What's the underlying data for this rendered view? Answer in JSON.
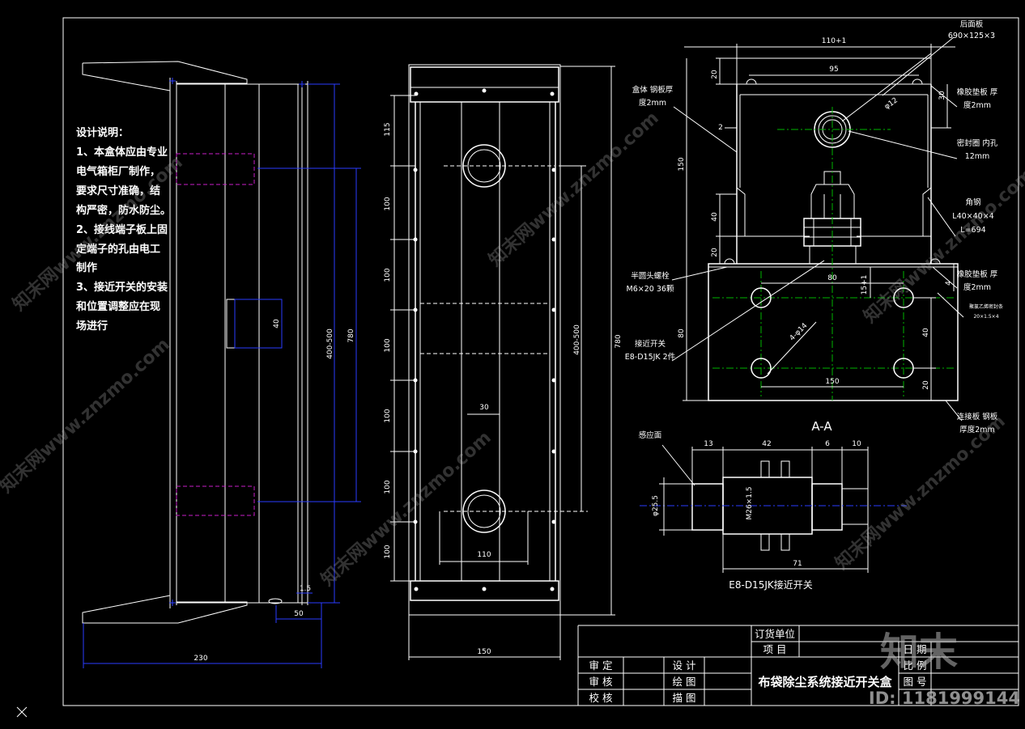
{
  "colors": {
    "background": "#000000",
    "line": "#ffffff",
    "dimension": "#2a3cff",
    "centerline": "#00b400",
    "hidden": "#c81ec8",
    "watermark": "#b4b4b4"
  },
  "notes": {
    "heading": "设计说明：",
    "lines": [
      "1、本盒体应由专业",
      "电气箱柜厂制作，",
      "要求尺寸准确，结",
      "构严密，防水防尘。",
      "2、接线端子板上固",
      "定端子的孔由电工",
      "制作",
      "3、接近开关的安装",
      "和位置调整应在现",
      "场进行"
    ]
  },
  "side_view": {
    "box_height": "40",
    "adjust_range": "400-500",
    "overall_height": "780",
    "flange_depth": "50",
    "wall_thickness": "1.5",
    "overall_depth": "230"
  },
  "front_view": {
    "pitch_dims": [
      "115",
      "100",
      "100",
      "100",
      "100",
      "100",
      "100"
    ],
    "adjust_range": "400-500",
    "overall_height": "780",
    "slot_width": "30",
    "hole_spacing": "110",
    "overall_width": "150"
  },
  "section_view": {
    "dims": {
      "outer_width": "110+1",
      "inner_width": "95",
      "lid_height": "20",
      "pad_offset": "30",
      "wall_gap": "2",
      "seal_hole": "φ12",
      "body_height": "150",
      "angle_height": "40",
      "angle_base": "20",
      "hole_row": "80",
      "hole_offset": "15+1",
      "pad_thickness": "4",
      "plate_height": "80",
      "holes": "4-φ14",
      "hole_pitch_y": "40",
      "hole_pitch_x": "150",
      "edge_distance": "20"
    },
    "labels": {
      "back_panel": [
        "后面板",
        "690×125×3"
      ],
      "box_body": [
        "盒体 钢板厚",
        "度2mm"
      ],
      "rubber_pad_top": [
        "橡胶垫板 厚",
        "度2mm"
      ],
      "seal_ring": [
        "密封圈 内孔",
        "12mm"
      ],
      "angle_steel": [
        "角钢",
        "L40×40×4",
        "L=694"
      ],
      "bolt": [
        "半圆头螺栓",
        "M6×20 36颗"
      ],
      "rubber_pad_bottom": [
        "橡胶垫板 厚",
        "度2mm"
      ],
      "sealing_strip": [
        "聚氯乙烯密封条",
        "20×1.5×4"
      ],
      "switch": [
        "接近开关",
        "E8-D15JK 2件"
      ],
      "connect_plate": [
        "连接板 钢板",
        "厚度2mm"
      ]
    }
  },
  "switch_detail": {
    "section_title": "A-A",
    "sensing_face": "感应面",
    "dims": [
      "13",
      "42",
      "6",
      "10"
    ],
    "diameter": "φ25.5",
    "thread": "M26×1.5",
    "length": "71",
    "caption": "E8-D15JK接近开关"
  },
  "title_block": {
    "client_label": "订货单位",
    "project_label": "项 目",
    "date_label": "日 期",
    "scale_label": "比 例",
    "drawing_no_label": "图 号",
    "approved_label": "审 定",
    "reviewed_label": "审 核",
    "checked_label": "校 核",
    "designed_label": "设 计",
    "drawn_label": "绘 图",
    "traced_label": "描 图",
    "drawing_title": "布袋除尘系统接近开关盒"
  },
  "watermark": {
    "site": "知末网www.znzmo.com",
    "logo": "知末",
    "id": "ID: 1181999144"
  }
}
